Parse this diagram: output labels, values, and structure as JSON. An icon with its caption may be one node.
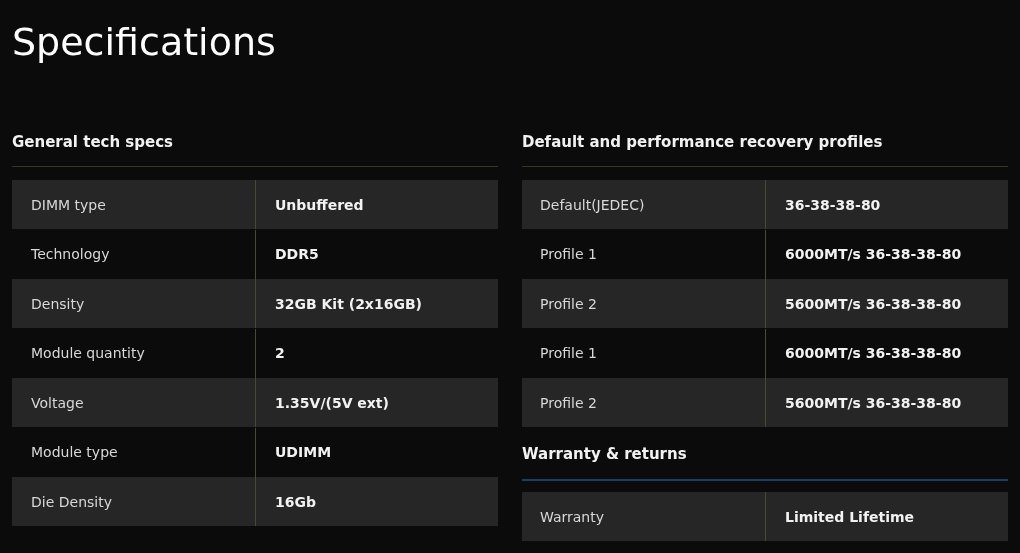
{
  "diagram": {
    "title": "Specifications",
    "labels": [
      "General tech specs",
      "DIMM type",
      "Unbuffered",
      "Technology",
      "DDR5",
      "Density",
      "32GB Kit (2x16GB)",
      "Module quantity",
      "2",
      "Voltage",
      "1.35V/(5V ext)",
      "Module type",
      "UDIMM",
      "Die Density",
      "16Gb",
      "Default and performance recovery profiles",
      "Default(JEDEC)",
      "36-38-38-80",
      "Profile 1",
      "6000MT/s 36-38-38-80",
      "Profile 2",
      "5600MT/s 36-38-38-80",
      "Profile 1",
      "6000MT/s 36-38-38-80",
      "Profile 2",
      "5600MT/s 36-38-38-80",
      "Warranty & returns",
      "Warranty",
      "Limited Lifetime"
    ]
  }
}
